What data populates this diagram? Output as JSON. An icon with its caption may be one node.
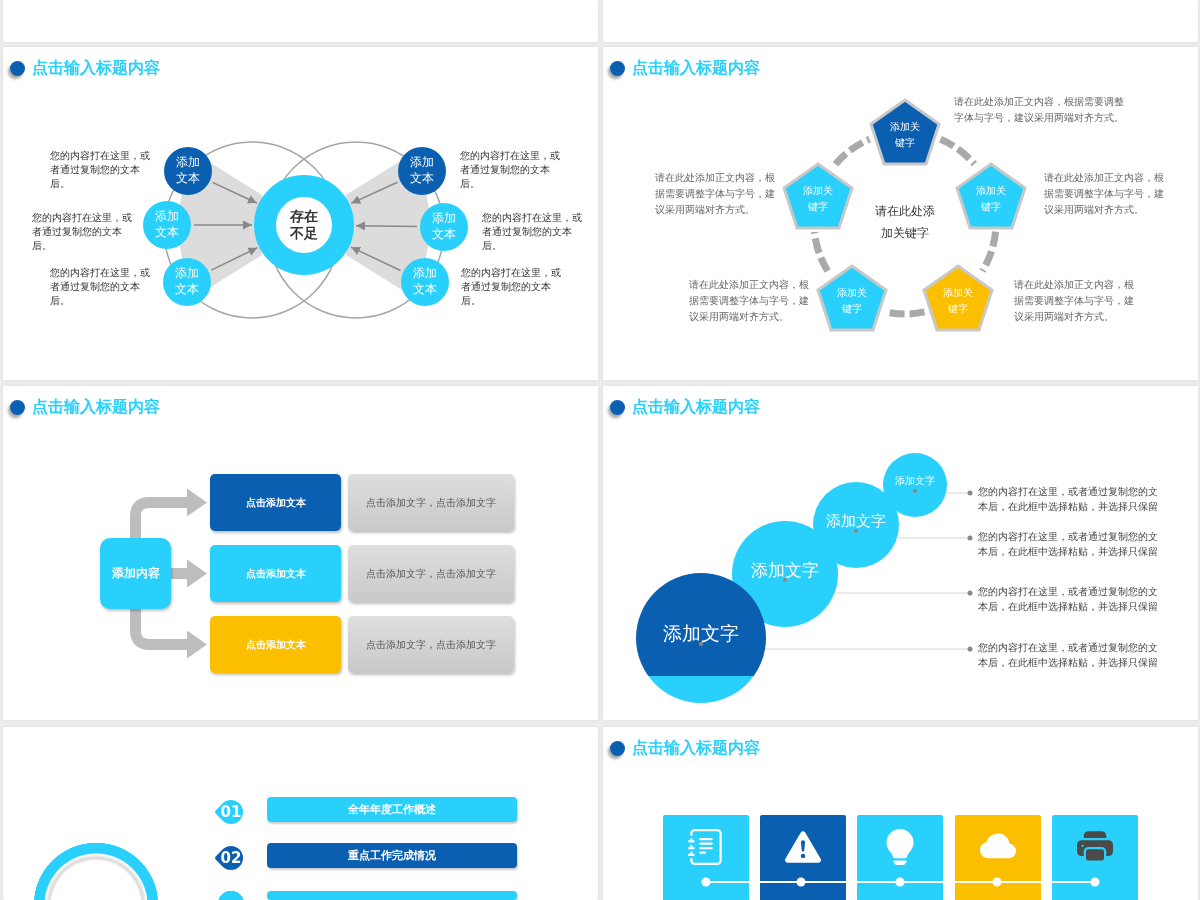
{
  "diagram": {
    "nodes": [
      {
        "text": [],
        "shape": "box"
      },
      {
        "text": [],
        "shape": "box"
      },
      {
        "text": [
          "点击输入标题内容"
        ]
      },
      {
        "text": [
          "存在不足"
        ],
        "in": 2
      },
      {
        "text": [
          "添加文本"
        ],
        "in": 2,
        "beside": [
          "您的内容打在这里，或者通过复制您的文本后。"
        ]
      },
      {
        "text": [
          "添加文本"
        ],
        "in": 2,
        "beside": [
          "您的内容打在这里，或者通过复制您的文本后。"
        ]
      },
      {
        "text": [
          "添加文本"
        ],
        "in": 2,
        "beside": [
          "您的内容打在这里，或者通过复制您的文本后。"
        ]
      },
      {
        "text": [
          "添加文本"
        ],
        "in": 2,
        "beside": [
          "您的内容打在这里，或者通过复制您的文本后。"
        ]
      },
      {
        "text": [
          "添加文本"
        ],
        "in": 2,
        "beside": [
          "您的内容打在这里，或者通过复制您的文本后。"
        ]
      },
      {
        "text": [
          "添加文本"
        ],
        "in": 2,
        "beside": [
          "您的内容打在这里，或者通过复制您的文本后。"
        ]
      },
      {
        "text": [
          "点击输入标题内容"
        ]
      },
      {
        "text": [
          "添加关键字"
        ],
        "in": 10,
        "beside": [
          "请在此处添加正文内容，根据需要调整字体与字号，建议采用两端对齐方式。"
        ]
      },
      {
        "text": [
          "添加关键字"
        ],
        "in": 10,
        "beside": [
          "请在此处添加正文内容，根据需要调整字体与字号，建议采用两端对齐方式。"
        ]
      },
      {
        "text": [
          "添加关键字"
        ],
        "in": 10,
        "beside": [
          "请在此处添加正文内容，根据需要调整字体与字号，建议采用两端对齐方式。"
        ]
      },
      {
        "text": [
          "添加关键字"
        ],
        "in": 10,
        "beside": [
          "请在此处添加正文内容，根据需要调整字体与字号，建议采用两端对齐方式。"
        ]
      },
      {
        "text": [
          "添加关键字"
        ],
        "in": 10,
        "beside": [
          "请在此处添加正文内容，根据需要调整字体与字号，建议采用两端对齐方式。"
        ]
      },
      {
        "text": [
          "点击输入标题内容"
        ]
      },
      {
        "text": [
          "添加内容"
        ],
        "in": 16
      },
      {
        "text": [
          "点击添加文本"
        ],
        "in": 16
      },
      {
        "text": [
          "点击添加文本"
        ],
        "in": 16
      },
      {
        "text": [
          "点击添加文本"
        ],
        "in": 16
      },
      {
        "text": [
          "点击添加文字，点击添加文字"
        ],
        "in": 16
      },
      {
        "text": [
          "点击添加文字，点击添加文字"
        ],
        "in": 16
      },
      {
        "text": [
          "点击添加文字，点击添加文字"
        ],
        "in": 16
      },
      {
        "text": [
          "点击输入标题内容"
        ]
      },
      {
        "text": [
          "添加文字"
        ],
        "in": 24
      },
      {
        "text": [
          "添加文字"
        ],
        "in": 24
      },
      {
        "text": [
          "添加文字"
        ],
        "in": 24
      },
      {
        "text": [
          "添加文字"
        ],
        "in": 24
      },
      {
        "text": [
          "您的内容打在这里，或者通过复制您的文本后，在此框中选择粘贴，并选择只保留"
        ],
        "in": 24
      },
      {
        "text": [
          "您的内容打在这里，或者通过复制您的文本后，在此框中选择粘贴，并选择只保留"
        ],
        "in": 24
      },
      {
        "text": [
          "您的内容打在这里，或者通过复制您的文本后，在此框中选择粘贴，并选择只保留"
        ],
        "in": 24
      },
      {
        "text": [
          "您的内容打在这里，或者通过复制您的文本后，在此框中选择粘贴，并选择只保留"
        ],
        "in": 24
      },
      {
        "text": [],
        "shape": "box"
      },
      {
        "text": [],
        "shape": "circle",
        "in": 33
      },
      {
        "text": [
          "01"
        ],
        "in": 33
      },
      {
        "text": [
          "全年年度工作概述"
        ],
        "in": 33
      },
      {
        "text": [
          "02"
        ],
        "in": 33
      },
      {
        "text": [
          "重点工作完成情况"
        ],
        "in": 33
      },
      {
        "text": [],
        "shape": "diamond",
        "in": 33
      },
      {
        "text": [],
        "shape": "bar",
        "in": 33
      },
      {
        "text": [
          "点击输入标题内容"
        ]
      },
      {
        "text": [],
        "shape": "box",
        "in": 41
      },
      {
        "text": [],
        "shape": "box",
        "in": 41
      },
      {
        "text": [],
        "shape": "box",
        "in": 41
      },
      {
        "text": [],
        "shape": "box",
        "in": 41
      },
      {
        "text": [],
        "shape": "box",
        "in": 41
      }
    ],
    "edges": [
      {
        "from": 4,
        "to": 3,
        "arrow": "to"
      },
      {
        "from": 5,
        "to": 3,
        "arrow": "to"
      },
      {
        "from": 6,
        "to": 3,
        "arrow": "to"
      },
      {
        "from": 7,
        "to": 3,
        "arrow": "to"
      },
      {
        "from": 8,
        "to": 3,
        "arrow": "to"
      },
      {
        "from": 9,
        "to": 3,
        "arrow": "to"
      },
      {
        "from": 11,
        "to": 13,
        "arrow": "none",
        "style": "dashed"
      },
      {
        "from": 13,
        "to": 15,
        "arrow": "none",
        "style": "dashed"
      },
      {
        "from": 15,
        "to": 14,
        "arrow": "none",
        "style": "dashed"
      },
      {
        "from": 14,
        "to": 12,
        "arrow": "none",
        "style": "dashed"
      },
      {
        "from": 12,
        "to": 11,
        "arrow": "none",
        "style": "dashed"
      },
      {
        "from": 17,
        "to": 18,
        "arrow": "to",
        "style": "thick"
      },
      {
        "from": 17,
        "to": 19,
        "arrow": "to",
        "style": "thick"
      },
      {
        "from": 17,
        "to": 20,
        "arrow": "to",
        "style": "thick"
      },
      {
        "from": 29,
        "to": 25,
        "arrow": "other"
      },
      {
        "from": 30,
        "to": 26,
        "arrow": "other"
      },
      {
        "from": 31,
        "to": 27,
        "arrow": "other"
      },
      {
        "from": 32,
        "to": 28,
        "arrow": "other"
      }
    ],
    "labels": [
      "请在此处添加关键字"
    ]
  }
}
